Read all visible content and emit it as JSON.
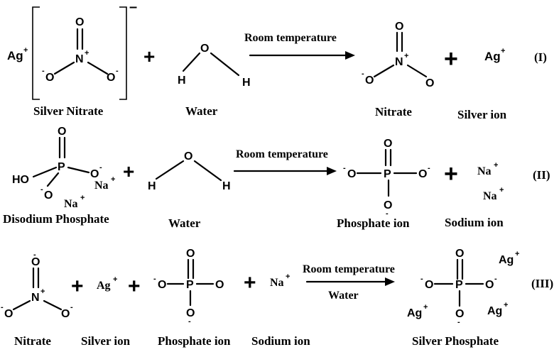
{
  "reaction1": {
    "ag_main": "Ag",
    "ag_charge": "+",
    "nitrate_O_top": "O",
    "nitrate_N": "N",
    "nitrate_N_charge": "+",
    "nitrate_O_left": "O",
    "nitrate_O_right": "O",
    "neg_charge": "-",
    "bracket_charge": "–",
    "plus1": "+",
    "water_O": "O",
    "water_H_left": "H",
    "water_H_right": "H",
    "arrow_label": "Room temperature",
    "prod_O_top": "O",
    "prod_N": "N",
    "prod_O_left": "O",
    "prod_O_right": "O",
    "plus2": "+",
    "prod_ag": "Ag",
    "roman": "(I)",
    "label_silver_nitrate": "Silver Nitrate",
    "label_water": "Water",
    "label_nitrate": "Nitrate",
    "label_silver_ion": "Silver ion"
  },
  "reaction2": {
    "p_O_top": "O",
    "p_P": "P",
    "p_HO": "HO",
    "p_O_right": "O",
    "p_O_bottom": "O",
    "na1": "Na",
    "na2": "Na",
    "plus1": "+",
    "water_O": "O",
    "water_H_left": "H",
    "water_H_right": "H",
    "arrow_label": "Room temperature",
    "prod_O_top": "O",
    "prod_P": "P",
    "prod_O_left": "O",
    "prod_O_right": "O",
    "prod_O_bottom": "O",
    "plus2": "+",
    "prod_na1": "Na",
    "prod_na2": "Na",
    "roman": "(II)",
    "label_disodium": "Disodium Phosphate",
    "label_water": "Water",
    "label_phosphate_ion": "Phosphate ion",
    "label_sodium_ion": "Sodium ion"
  },
  "reaction3": {
    "n_O_top": "O",
    "n_N": "N",
    "n_O_left": "O",
    "n_O_right": "O",
    "plus1": "+",
    "ag": "Ag",
    "plus2": "+",
    "ph_O_left": "O",
    "ph_P": "P",
    "ph_O_right": "O",
    "ph_O_top": "O",
    "ph_O_bottom": "O",
    "plus3": "+",
    "na": "Na",
    "arrow_label_top": "Room temperature",
    "arrow_label_bottom": "Water",
    "sp_O_left": "O",
    "sp_P": "P",
    "sp_O_right": "O",
    "sp_O_top": "O",
    "sp_O_bottom": "O",
    "sp_ag1": "Ag",
    "sp_ag2": "Ag",
    "sp_ag3": "Ag",
    "roman": "(III)",
    "label_nitrate": "Nitrate",
    "label_silver_ion": "Silver ion",
    "label_phosphate_ion": "Phosphate ion",
    "label_sodium_ion": "Sodium ion",
    "label_silver_phosphate": "Silver Phosphate"
  }
}
